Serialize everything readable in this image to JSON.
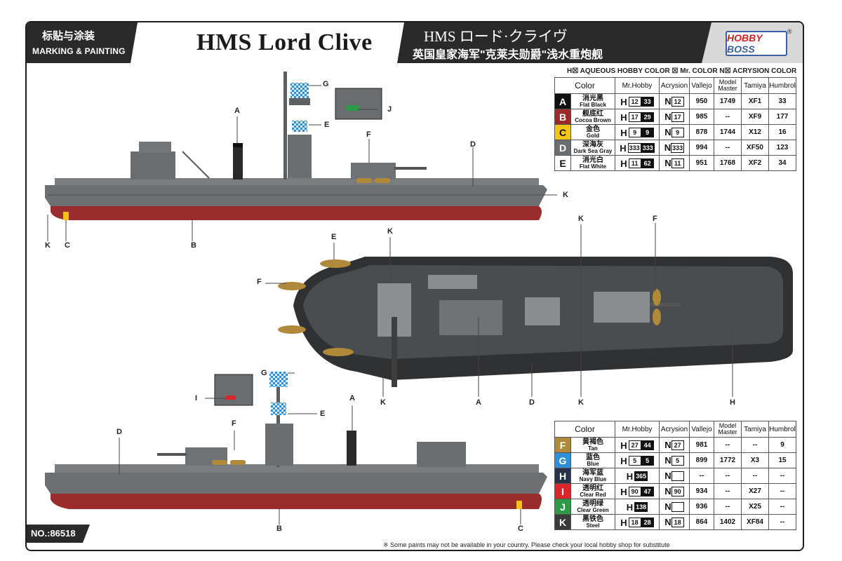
{
  "header": {
    "cn_label": "标贴与涂装",
    "en_label": "MARKING & PAINTING",
    "title": "HMS Lord Clive",
    "jp_title": "HMS ロード·クライヴ",
    "cn_title": "英国皇家海军\"克莱夫勋爵\"浅水重炮舰",
    "logo": "HOBBY BOSS",
    "logo_a": "HOBBY",
    "logo_b": "BOSS",
    "reg_mark": "®"
  },
  "paint_key": "H☒ AQUEOUS HOBBY COLOR  ☒ Mr. COLOR  N☒ ACRYSION COLOR",
  "table_headers": {
    "color": "Color",
    "mr_hobby": "Mr.Hobby",
    "acrysion": "Acrysion",
    "vallejo": "Vallejo",
    "model_master": "Model Master",
    "tamiya": "Tamiya",
    "humbrol": "Humbrol"
  },
  "table1": [
    {
      "key": "A",
      "cn": "消光黑",
      "en": "Flat Black",
      "h": "12",
      "m": "33",
      "n": "12",
      "vallejo": "950",
      "mm": "1749",
      "tamiya": "XF1",
      "humbrol": "33",
      "swatch": "#111111",
      "keycolor": "#ffffff"
    },
    {
      "key": "B",
      "cn": "舰底红",
      "en": "Cocoa Brown",
      "h": "17",
      "m": "29",
      "n": "17",
      "vallejo": "985",
      "mm": "--",
      "tamiya": "XF9",
      "humbrol": "177",
      "swatch": "#9c2a2a",
      "keycolor": "#ffffff"
    },
    {
      "key": "C",
      "cn": "金色",
      "en": "Gold",
      "h": "9",
      "m": "9",
      "n": "9",
      "vallejo": "878",
      "mm": "1744",
      "tamiya": "X12",
      "humbrol": "16",
      "swatch": "#f2c418",
      "keycolor": "#111111"
    },
    {
      "key": "D",
      "cn": "深海灰",
      "en": "Dark Sea Gray",
      "h": "333",
      "m": "333",
      "n": "333",
      "vallejo": "994",
      "mm": "--",
      "tamiya": "XF50",
      "humbrol": "123",
      "swatch": "#6b6e70",
      "keycolor": "#ffffff"
    },
    {
      "key": "E",
      "cn": "消光白",
      "en": "Flat White",
      "h": "11",
      "m": "62",
      "n": "11",
      "vallejo": "951",
      "mm": "1768",
      "tamiya": "XF2",
      "humbrol": "34",
      "swatch": "#ffffff",
      "keycolor": "#111111"
    }
  ],
  "table2": [
    {
      "key": "F",
      "cn": "黄褐色",
      "en": "Tan",
      "h": "27",
      "m": "44",
      "n": "27",
      "vallejo": "981",
      "mm": "--",
      "tamiya": "--",
      "humbrol": "9",
      "swatch": "#b08a3a",
      "keycolor": "#ffffff"
    },
    {
      "key": "G",
      "cn": "蓝色",
      "en": "Blue",
      "h": "5",
      "m": "5",
      "n": "5",
      "vallejo": "899",
      "mm": "1772",
      "tamiya": "X3",
      "humbrol": "15",
      "swatch": "#2f8fd8",
      "keycolor": "#ffffff"
    },
    {
      "key": "H",
      "cn": "海军蓝",
      "en": "Navy Blue",
      "h": "",
      "m": "365",
      "n": "",
      "vallejo": "--",
      "mm": "--",
      "tamiya": "--",
      "humbrol": "--",
      "swatch": "#26324a",
      "keycolor": "#ffffff"
    },
    {
      "key": "I",
      "cn": "透明红",
      "en": "Clear Red",
      "h": "90",
      "m": "47",
      "n": "90",
      "vallejo": "934",
      "mm": "--",
      "tamiya": "X27",
      "humbrol": "--",
      "swatch": "#d8262a",
      "keycolor": "#ffffff"
    },
    {
      "key": "J",
      "cn": "透明绿",
      "en": "Clear Green",
      "h": "",
      "m": "138",
      "n": "",
      "vallejo": "936",
      "mm": "--",
      "tamiya": "X25",
      "humbrol": "--",
      "swatch": "#2e9a48",
      "keycolor": "#ffffff"
    },
    {
      "key": "K",
      "cn": "黑铁色",
      "en": "Steel",
      "h": "18",
      "m": "28",
      "n": "18",
      "vallejo": "864",
      "mm": "1402",
      "tamiya": "XF84",
      "humbrol": "--",
      "swatch": "#3a3a3a",
      "keycolor": "#ffffff"
    }
  ],
  "footnote": "※ Some paints may not be available in your country. Please check your local hobby shop for substitute",
  "product_no": "NO.:86518",
  "callouts": {
    "side_top": [
      "G",
      "J",
      "A",
      "E",
      "F",
      "D",
      "K",
      "K",
      "C",
      "B"
    ],
    "plan": [
      "E",
      "K",
      "K",
      "F",
      "F",
      "K",
      "A",
      "D",
      "K",
      "H"
    ],
    "side_bottom": [
      "G",
      "I",
      "E",
      "A",
      "F",
      "D",
      "B",
      "C"
    ]
  }
}
